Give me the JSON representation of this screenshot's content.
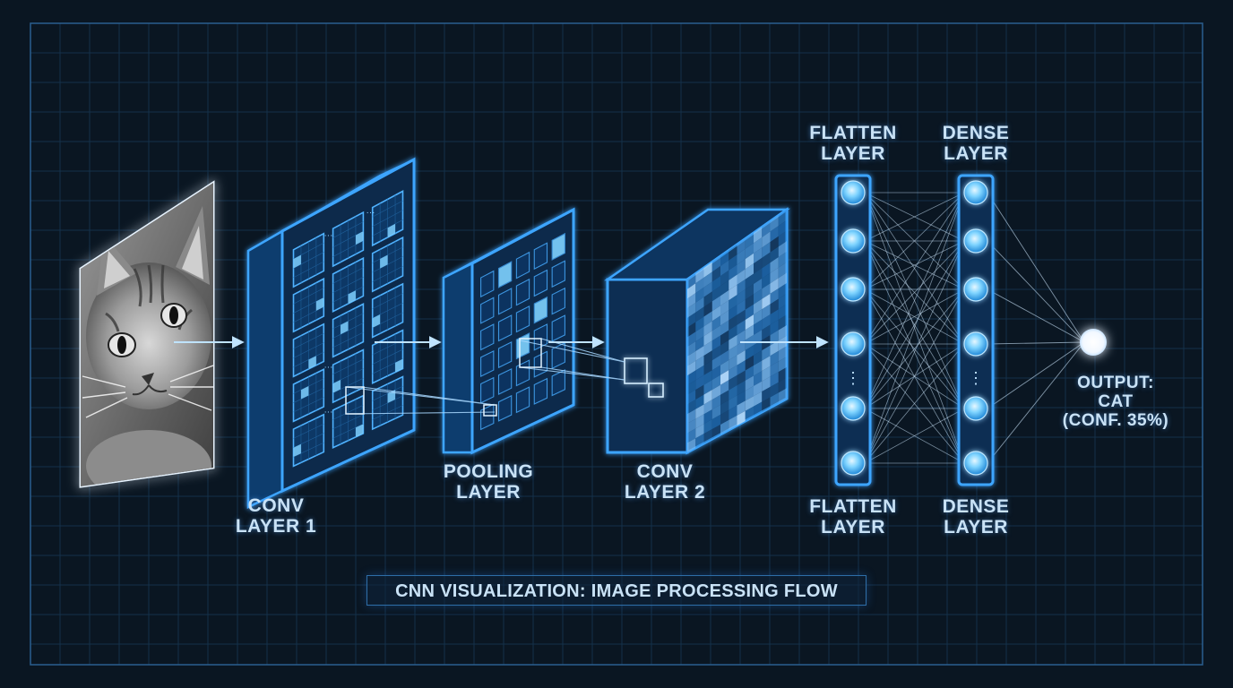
{
  "labels": {
    "conv1": [
      "CONV",
      "LAYER 1"
    ],
    "pooling": [
      "POOLING",
      "LAYER"
    ],
    "conv2": [
      "CONV",
      "LAYER 2"
    ],
    "flatten_top": [
      "FLATTEN",
      "LAYER"
    ],
    "dense_top": [
      "DENSE",
      "LAYER"
    ],
    "flatten_bottom": [
      "FLATTEN",
      "LAYER"
    ],
    "dense_bottom": [
      "DENSE",
      "LAYER"
    ],
    "output": [
      "OUTPUT:",
      "CAT",
      "(CONF. 35%)"
    ]
  },
  "caption": "CNN VISUALIZATION: IMAGE PROCESSING FLOW",
  "icons": {
    "input_image": "cat-photo",
    "ellipsis": "vertical-ellipsis"
  },
  "colors": {
    "background": "#0a1622",
    "grid": "#17324c",
    "neon": "#2f9bff",
    "neon_light": "#8fd0ff",
    "node": "#58c8ff",
    "output_node": "#ffffff"
  }
}
